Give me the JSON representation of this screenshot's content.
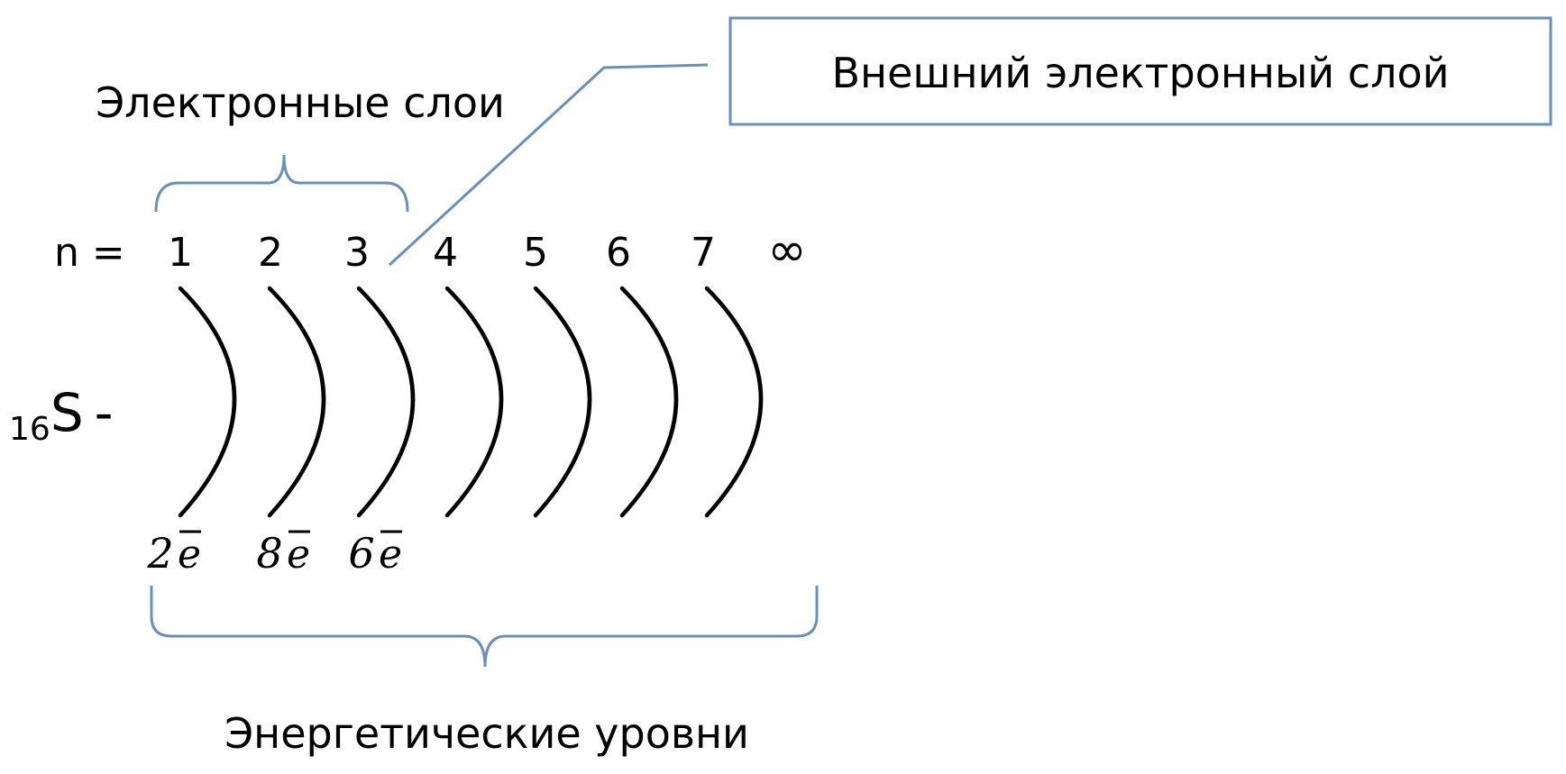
{
  "element": {
    "atomic_number": "16",
    "symbol": "S",
    "dash": "-"
  },
  "labels": {
    "electron_layers": "Электронные слои",
    "outer_layer": "Внешний электронный слой",
    "energy_levels": "Энергетические уровни"
  },
  "levels": {
    "n_prefix": "n =",
    "numbers": [
      "1",
      "2",
      "3",
      "4",
      "5",
      "6",
      "7",
      "∞"
    ]
  },
  "electrons": [
    {
      "count": "2",
      "symbol": "e"
    },
    {
      "count": "8",
      "symbol": "e"
    },
    {
      "count": "6",
      "symbol": "e"
    }
  ],
  "colors": {
    "accent": "#6a8fb8",
    "ink": "#000000"
  }
}
